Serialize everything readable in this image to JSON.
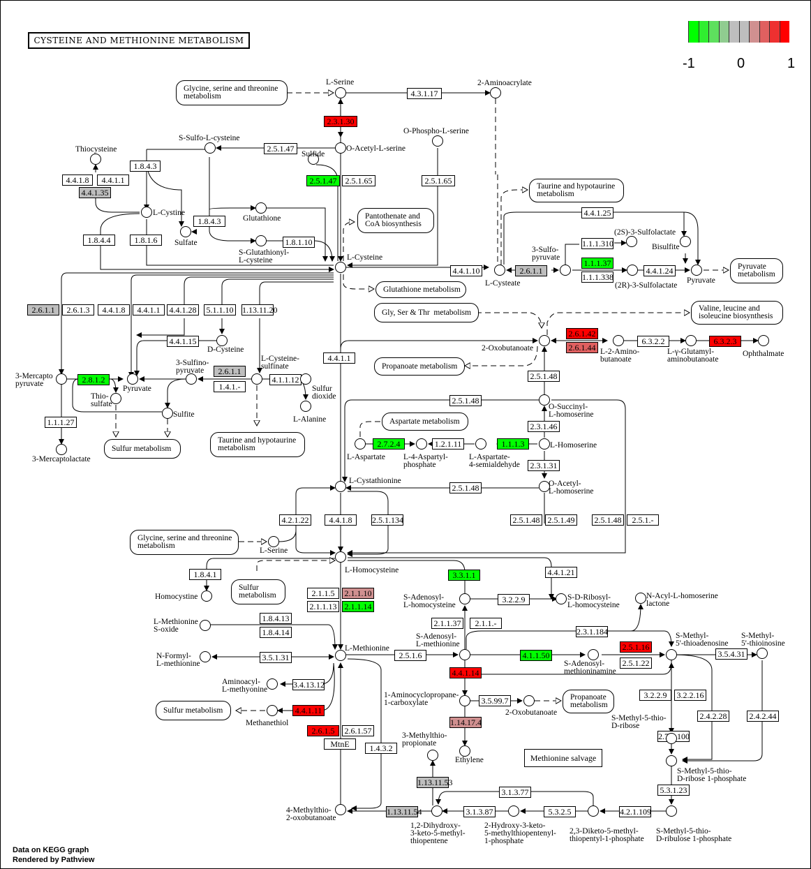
{
  "title": "CYSTEINE AND METHIONINE METABOLISM",
  "legend": {
    "labels": [
      "-1",
      "0",
      "1"
    ],
    "colors": [
      "#00FF00",
      "#30EE30",
      "#5EE05E",
      "#90CC90",
      "#BEBEBE",
      "#BEBEBE",
      "#D09090",
      "#E06060",
      "#EE3030",
      "#FF0000"
    ]
  },
  "footer": {
    "line1": "Data on KEGG graph",
    "line2": "Rendered by Pathview"
  },
  "colors": {
    "up_strong": "#FF0000",
    "up_mid": "#E06060",
    "up_weak": "#D09090",
    "neutral": "#BEBEBE",
    "down_strong": "#00FF00",
    "none": "#FFFFFF"
  },
  "maps": [
    {
      "id": "m_gly1",
      "label": "Glycine, serine and threonine\nmetabolism"
    },
    {
      "id": "m_taurine1",
      "label": "Taurine and hypotaurine\nmetabolism"
    },
    {
      "id": "m_panto",
      "label": "Pantothenate and\nCoA biosynthesis"
    },
    {
      "id": "m_pyruvate",
      "label": "Pyruvate\nmetabolism"
    },
    {
      "id": "m_glutathione",
      "label": "Glutathione metabolism"
    },
    {
      "id": "m_glyser",
      "label": "Gly, Ser & Thr  metabolism"
    },
    {
      "id": "m_valine",
      "label": "Valine, leucine and\nisoleucine biosynthesis"
    },
    {
      "id": "m_propanoate1",
      "label": "Propanoate metabolism"
    },
    {
      "id": "m_aspartate",
      "label": "Aspartate metabolism"
    },
    {
      "id": "m_sulfur1",
      "label": "Sulfur metabolism"
    },
    {
      "id": "m_taurine2",
      "label": "Taurine and hypotaurine\nmetabolism"
    },
    {
      "id": "m_gly2",
      "label": "Glycine, serine and threonine\nmetabolism"
    },
    {
      "id": "m_sulfur2",
      "label": "Sulfur\nmetabolism"
    },
    {
      "id": "m_sulfur3",
      "label": "Sulfur metabolism"
    },
    {
      "id": "m_propanoate2",
      "label": "Propanoate\nmetabolism"
    }
  ],
  "plain_boxes": [
    {
      "id": "p_salvage",
      "label": "Methionine  salvage"
    }
  ],
  "compounds": [
    {
      "id": "c_lserine",
      "label": "L-Serine"
    },
    {
      "id": "c_aminoacrylate",
      "label": "2-Aminoacrylate"
    },
    {
      "id": "c_oacetylser",
      "label": "O-Acetyl-L-serine"
    },
    {
      "id": "c_sulfide",
      "label": "Sulfide"
    },
    {
      "id": "c_ophosphoser",
      "label": "O-Phospho-L-serine"
    },
    {
      "id": "c_thiocysteine",
      "label": "Thiocysteine"
    },
    {
      "id": "c_ssulfocys",
      "label": "S-Sulfo-L-cysteine"
    },
    {
      "id": "c_lcystine",
      "label": "L-Cystine"
    },
    {
      "id": "c_sulfate",
      "label": "Sulfate"
    },
    {
      "id": "c_glutathione",
      "label": "Glutathione"
    },
    {
      "id": "c_sglutcys",
      "label": "S-Glutathionyl-\nL-cysteine"
    },
    {
      "id": "c_lcysteine",
      "label": "L-Cysteine"
    },
    {
      "id": "c_lcysteate",
      "label": "L-Cysteate"
    },
    {
      "id": "c_sulfopyruvate",
      "label": "3-Sulfo-\npyruvate"
    },
    {
      "id": "c_2s_sulfolactate",
      "label": "(2S)-3-Sulfolactate"
    },
    {
      "id": "c_2r_sulfolactate",
      "label": "(2R)-3-Sulfolactate"
    },
    {
      "id": "c_bisulfite",
      "label": "Bisulfite"
    },
    {
      "id": "c_pyruvate_r",
      "label": "Pyruvate"
    },
    {
      "id": "c_dcysteine",
      "label": "D-Cysteine"
    },
    {
      "id": "c_mercaptopyr",
      "label": "3-Mercapto\npyruvate"
    },
    {
      "id": "c_pyruvate_l",
      "label": "Pyruvate"
    },
    {
      "id": "c_thiosulfate",
      "label": "Thio-\nsulfate"
    },
    {
      "id": "c_sulfinopyr",
      "label": "3-Sulfino-\npyruvate"
    },
    {
      "id": "c_sulfite",
      "label": "Sulfite"
    },
    {
      "id": "c_cysteinesulfinate",
      "label": "L-Cysteine-\nsulfinate"
    },
    {
      "id": "c_sulfurdioxide",
      "label": "Sulfur\ndioxide"
    },
    {
      "id": "c_lalanine",
      "label": "L-Alanine"
    },
    {
      "id": "c_mercaptolactate",
      "label": "3-Mercaptolactate"
    },
    {
      "id": "c_oxobutanoate",
      "label": "2-Oxobutanoate"
    },
    {
      "id": "c_aminobutanoate",
      "label": "L-2-Amino-\nbutanoate"
    },
    {
      "id": "c_glutamylaminobut",
      "label": "L-γ-Glutamyl-\naminobutanoate"
    },
    {
      "id": "c_ophthalmate",
      "label": "Ophthalmate"
    },
    {
      "id": "c_osuccinylhomoser",
      "label": "O-Succinyl-\nL-homoserine"
    },
    {
      "id": "c_laspartate",
      "label": "L-Aspartate"
    },
    {
      "id": "c_aspartylphos",
      "label": "L-4-Aspartyl-\nphosphate"
    },
    {
      "id": "c_aspsemialdehyde",
      "label": "L-Aspartate-\n4-semialdehyde"
    },
    {
      "id": "c_lhomoserine",
      "label": "L-Homoserine"
    },
    {
      "id": "c_lcystathionine",
      "label": "L-Cystathionine"
    },
    {
      "id": "c_oacetylhomoser",
      "label": "O-Acetyl-\nL-homoserine"
    },
    {
      "id": "c_lserine2",
      "label": "L-Serine"
    },
    {
      "id": "c_lhomocysteine",
      "label": "L-Homocysteine"
    },
    {
      "id": "c_homocystine",
      "label": "Homocystine"
    },
    {
      "id": "c_sah",
      "label": "S-Adenosyl-\nL-homocysteine"
    },
    {
      "id": "c_sribosylhcy",
      "label": "S-D-Ribosyl-\nL-homocysteine"
    },
    {
      "id": "c_nacylhsl",
      "label": "N-Acyl-L-homoserine\nlactone"
    },
    {
      "id": "c_metsulfoxide",
      "label": "L-Methionine\nS-oxide"
    },
    {
      "id": "c_nformylmet",
      "label": "N-Formyl-\nL-methionine"
    },
    {
      "id": "c_aminoacylmet",
      "label": "Aminoacyl-\nL-methyonine"
    },
    {
      "id": "c_methanethiol",
      "label": "Methanethiol"
    },
    {
      "id": "c_lmethionine",
      "label": "L-Methionine"
    },
    {
      "id": "c_sam",
      "label": "S-Adenosyl-\nL-methionine"
    },
    {
      "id": "c_samine",
      "label": "S-Adenosyl-\nmethioninamine"
    },
    {
      "id": "c_mta",
      "label": "S-Methyl-\n5'-thioadenosine"
    },
    {
      "id": "c_mti",
      "label": "S-Methyl-\n5'-thioinosine"
    },
    {
      "id": "c_acc",
      "label": "1-Aminocyclopropane-\n1-carboxylate"
    },
    {
      "id": "c_oxobutanoate2",
      "label": "2-Oxobutanoate"
    },
    {
      "id": "c_ethylene",
      "label": "Ethylene"
    },
    {
      "id": "c_mtpropionate",
      "label": "3-Methylthio-\npropionate"
    },
    {
      "id": "c_mtr",
      "label": "S-Methyl-5-thio-\nD-ribose"
    },
    {
      "id": "c_mtr1p",
      "label": "S-Methyl-5-thio-\nD-ribose 1-phosphate"
    },
    {
      "id": "c_mtru1p",
      "label": "S-Methyl-5-thio-\nD-ribulose 1-phosphate"
    },
    {
      "id": "c_diketo",
      "label": "2,3-Diketo-5-methyl-\nthiopentyl-1-phosphate"
    },
    {
      "id": "c_hydroxyketo",
      "label": "2-Hydroxy-3-keto-\n5-methylthiopentenyl-\n1-phosphate"
    },
    {
      "id": "c_dihydroxy",
      "label": "1,2-Dihydroxy-\n3-keto-5-methyl-\nthiopentene"
    },
    {
      "id": "c_mtob",
      "label": "4-Methylthio-\n2-oxobutanoate"
    }
  ],
  "enzymes": [
    {
      "id": "e_2.3.1.30",
      "label": "2.3.1.30",
      "level": "up_strong"
    },
    {
      "id": "e_4.3.1.17",
      "label": "4.3.1.17",
      "level": "none"
    },
    {
      "id": "e_2.5.1.47a",
      "label": "2.5.1.47",
      "level": "none"
    },
    {
      "id": "e_1.8.4.3a",
      "label": "1.8.4.3",
      "level": "none"
    },
    {
      "id": "e_4.4.1.8a",
      "label": "4.4.1.8",
      "level": "none"
    },
    {
      "id": "e_4.4.1.1a",
      "label": "4.4.1.1",
      "level": "none"
    },
    {
      "id": "e_4.4.1.35",
      "label": "4.4.1.35",
      "level": "neutral"
    },
    {
      "id": "e_2.5.1.47b",
      "label": "2.5.1.47",
      "level": "down_strong"
    },
    {
      "id": "e_2.5.1.65a",
      "label": "2.5.1.65",
      "level": "none"
    },
    {
      "id": "e_2.5.1.65b",
      "label": "2.5.1.65",
      "level": "none"
    },
    {
      "id": "e_1.8.4.3b",
      "label": "1.8.4.3",
      "level": "none"
    },
    {
      "id": "e_1.8.4.4",
      "label": "1.8.4.4",
      "level": "none"
    },
    {
      "id": "e_1.8.1.6",
      "label": "1.8.1.6",
      "level": "none"
    },
    {
      "id": "e_1.8.1.10",
      "label": "1.8.1.10",
      "level": "none"
    },
    {
      "id": "e_4.4.1.25",
      "label": "4.4.1.25",
      "level": "none"
    },
    {
      "id": "e_1.1.1.310",
      "label": "1.1.1.310",
      "level": "none"
    },
    {
      "id": "e_1.1.1.37",
      "label": "1.1.1.37",
      "level": "down_strong"
    },
    {
      "id": "e_1.1.1.338",
      "label": "1.1.1.338",
      "level": "none"
    },
    {
      "id": "e_4.4.1.24",
      "label": "4.4.1.24",
      "level": "none"
    },
    {
      "id": "e_4.4.1.10",
      "label": "4.4.1.10",
      "level": "none"
    },
    {
      "id": "e_2.6.1.1a",
      "label": "2.6.1.1",
      "level": "neutral"
    },
    {
      "id": "e_2.6.1.1b",
      "label": "2.6.1.1",
      "level": "neutral"
    },
    {
      "id": "e_2.6.1.3",
      "label": "2.6.1.3",
      "level": "none"
    },
    {
      "id": "e_4.4.1.8b",
      "label": "4.4.1.8",
      "level": "none"
    },
    {
      "id": "e_4.4.1.1b",
      "label": "4.4.1.1",
      "level": "none"
    },
    {
      "id": "e_4.4.1.28",
      "label": "4.4.1.28",
      "level": "none"
    },
    {
      "id": "e_5.1.1.10",
      "label": "5.1.1.10",
      "level": "none"
    },
    {
      "id": "e_1.13.11.20",
      "label": "1.13.11.20",
      "level": "none"
    },
    {
      "id": "e_4.4.1.15",
      "label": "4.4.1.15",
      "level": "none"
    },
    {
      "id": "e_2.8.1.2",
      "label": "2.8.1.2",
      "level": "down_strong"
    },
    {
      "id": "e_2.6.1.1c",
      "label": "2.6.1.1",
      "level": "neutral"
    },
    {
      "id": "e_1.4.1.-",
      "label": "1.4.1.-",
      "level": "none"
    },
    {
      "id": "e_4.1.1.12",
      "label": "4.1.1.12",
      "level": "none"
    },
    {
      "id": "e_1.1.1.27",
      "label": "1.1.1.27",
      "level": "none"
    },
    {
      "id": "e_4.4.1.1c",
      "label": "4.4.1.1",
      "level": "none"
    },
    {
      "id": "e_2.6.1.42",
      "label": "2.6.1.42",
      "level": "up_strong"
    },
    {
      "id": "e_2.6.1.44",
      "label": "2.6.1.44",
      "level": "up_mid"
    },
    {
      "id": "e_6.3.2.2",
      "label": "6.3.2.2",
      "level": "none"
    },
    {
      "id": "e_6.3.2.3",
      "label": "6.3.2.3",
      "level": "up_strong"
    },
    {
      "id": "e_2.5.1.48a",
      "label": "2.5.1.48",
      "level": "none"
    },
    {
      "id": "e_2.5.1.48b",
      "label": "2.5.1.48",
      "level": "none"
    },
    {
      "id": "e_2.3.1.46",
      "label": "2.3.1.46",
      "level": "none"
    },
    {
      "id": "e_2.7.2.4",
      "label": "2.7.2.4",
      "level": "down_strong"
    },
    {
      "id": "e_1.2.1.11",
      "label": "1.2.1.11",
      "level": "none"
    },
    {
      "id": "e_1.1.1.3",
      "label": "1.1.1.3",
      "level": "down_strong"
    },
    {
      "id": "e_2.3.1.31",
      "label": "2.3.1.31",
      "level": "none"
    },
    {
      "id": "e_2.5.1.48c",
      "label": "2.5.1.48",
      "level": "none"
    },
    {
      "id": "e_4.2.1.22",
      "label": "4.2.1.22",
      "level": "none"
    },
    {
      "id": "e_4.4.1.8c",
      "label": "4.4.1.8",
      "level": "none"
    },
    {
      "id": "e_2.5.1.134",
      "label": "2.5.1.134",
      "level": "none"
    },
    {
      "id": "e_2.5.1.48d",
      "label": "2.5.1.48",
      "level": "none"
    },
    {
      "id": "e_2.5.1.49",
      "label": "2.5.1.49",
      "level": "none"
    },
    {
      "id": "e_2.5.1.48e",
      "label": "2.5.1.48",
      "level": "none"
    },
    {
      "id": "e_2.5.1.-",
      "label": "2.5.1.-",
      "level": "none"
    },
    {
      "id": "e_1.8.4.1",
      "label": "1.8.4.1",
      "level": "none"
    },
    {
      "id": "e_2.1.1.5",
      "label": "2.1.1.5",
      "level": "none"
    },
    {
      "id": "e_2.1.1.10",
      "label": "2.1.1.10",
      "level": "up_weak"
    },
    {
      "id": "e_2.1.1.13",
      "label": "2.1.1.13",
      "level": "none"
    },
    {
      "id": "e_2.1.1.14",
      "label": "2.1.1.14",
      "level": "down_strong"
    },
    {
      "id": "e_3.3.1.1",
      "label": "3.3.1.1",
      "level": "down_strong"
    },
    {
      "id": "e_4.4.1.21",
      "label": "4.4.1.21",
      "level": "none"
    },
    {
      "id": "e_3.2.2.9a",
      "label": "3.2.2.9",
      "level": "none"
    },
    {
      "id": "e_2.1.1.37",
      "label": "2.1.1.37",
      "level": "none"
    },
    {
      "id": "e_2.1.1.-",
      "label": "2.1.1.-",
      "level": "none"
    },
    {
      "id": "e_2.3.1.184",
      "label": "2.3.1.184",
      "level": "none"
    },
    {
      "id": "e_1.8.4.13",
      "label": "1.8.4.13",
      "level": "none"
    },
    {
      "id": "e_1.8.4.14",
      "label": "1.8.4.14",
      "level": "none"
    },
    {
      "id": "e_3.5.1.31",
      "label": "3.5.1.31",
      "level": "none"
    },
    {
      "id": "e_3.4.13.12",
      "label": "3.4.13.12",
      "level": "none"
    },
    {
      "id": "e_4.4.1.11",
      "label": "4.4.1.11",
      "level": "up_strong"
    },
    {
      "id": "e_2.5.1.6",
      "label": "2.5.1.6",
      "level": "none"
    },
    {
      "id": "e_4.1.1.50",
      "label": "4.1.1.50",
      "level": "down_strong"
    },
    {
      "id": "e_2.5.1.16",
      "label": "2.5.1.16",
      "level": "up_strong"
    },
    {
      "id": "e_2.5.1.22",
      "label": "2.5.1.22",
      "level": "none"
    },
    {
      "id": "e_3.5.4.31",
      "label": "3.5.4.31",
      "level": "none"
    },
    {
      "id": "e_4.4.1.14",
      "label": "4.4.1.14",
      "level": "up_strong"
    },
    {
      "id": "e_3.5.99.7",
      "label": "3.5.99.7",
      "level": "none"
    },
    {
      "id": "e_1.14.17.4",
      "label": "1.14.17.4",
      "level": "up_weak"
    },
    {
      "id": "e_3.2.2.9b",
      "label": "3.2.2.9",
      "level": "none"
    },
    {
      "id": "e_3.2.2.16",
      "label": "3.2.2.16",
      "level": "none"
    },
    {
      "id": "e_2.4.2.28",
      "label": "2.4.2.28",
      "level": "none"
    },
    {
      "id": "e_2.4.2.44",
      "label": "2.4.2.44",
      "level": "none"
    },
    {
      "id": "e_2.7.1.100",
      "label": "2.7.1.100",
      "level": "none"
    },
    {
      "id": "e_5.3.1.23",
      "label": "5.3.1.23",
      "level": "none"
    },
    {
      "id": "e_4.2.1.109",
      "label": "4.2.1.109",
      "level": "none"
    },
    {
      "id": "e_5.3.2.5",
      "label": "5.3.2.5",
      "level": "none"
    },
    {
      "id": "e_3.1.3.87",
      "label": "3.1.3.87",
      "level": "none"
    },
    {
      "id": "e_3.1.3.77",
      "label": "3.1.3.77",
      "level": "none"
    },
    {
      "id": "e_1.13.11.53",
      "label": "1.13.11.53",
      "level": "neutral"
    },
    {
      "id": "e_1.13.11.54",
      "label": "1.13.11.54",
      "level": "neutral"
    },
    {
      "id": "e_2.6.1.5",
      "label": "2.6.1.5",
      "level": "up_strong"
    },
    {
      "id": "e_2.6.1.57",
      "label": "2.6.1.57",
      "level": "none"
    },
    {
      "id": "e_MtnE",
      "label": "MtnE",
      "level": "none"
    },
    {
      "id": "e_1.4.3.2",
      "label": "1.4.3.2",
      "level": "none"
    }
  ]
}
